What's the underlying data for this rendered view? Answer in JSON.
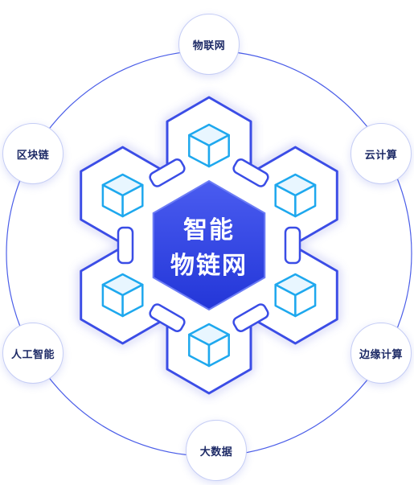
{
  "center": {
    "line1": "智能",
    "line2": "物链网"
  },
  "nodes": [
    {
      "label": "物联网"
    },
    {
      "label": "云计算"
    },
    {
      "label": "边缘计算"
    },
    {
      "label": "大数据"
    },
    {
      "label": "人工智能"
    },
    {
      "label": "区块链"
    }
  ],
  "colors": {
    "ring": "#4b5ee8",
    "hex_border": "#3a4de6",
    "cube_stroke": "#1ea8ee",
    "center_fill": "#3347e8",
    "node_text": "#1d2a66"
  }
}
